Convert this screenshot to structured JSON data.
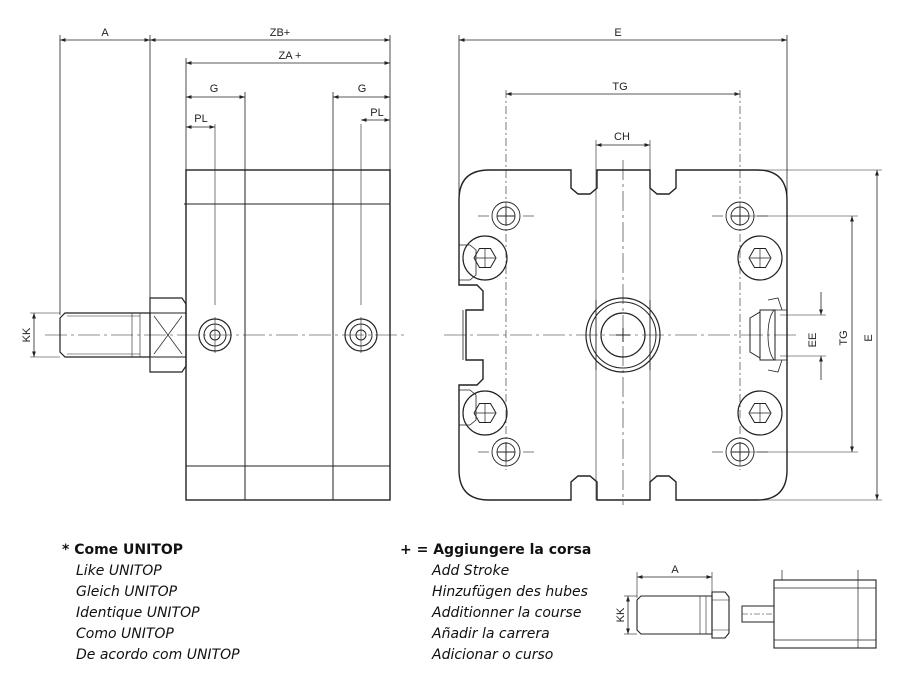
{
  "dimensions": {
    "A": "A",
    "ZB": "ZB+",
    "ZA": "ZA +",
    "G_left": "G",
    "G_right": "G",
    "PL_left": "PL",
    "PL_right": "PL",
    "KK": "KK",
    "E_top": "E",
    "E_side": "E",
    "TG_top": "TG",
    "TG_side": "TG",
    "CH": "CH",
    "EE": "EE"
  },
  "legend_left": {
    "heading": "* Come UNITOP",
    "lines": [
      "Like UNITOP",
      "Gleich UNITOP",
      "Identique UNITOP",
      "Como UNITOP",
      "De acordo com UNITOP"
    ]
  },
  "legend_right": {
    "heading": "+ = Aggiungere la corsa",
    "lines": [
      "Add Stroke",
      "Hinzufügen des hubes",
      "Additionner la course",
      "Añadir la carrera",
      "Adicionar o curso"
    ]
  },
  "detail": {
    "A": "A",
    "KK": "KK"
  }
}
